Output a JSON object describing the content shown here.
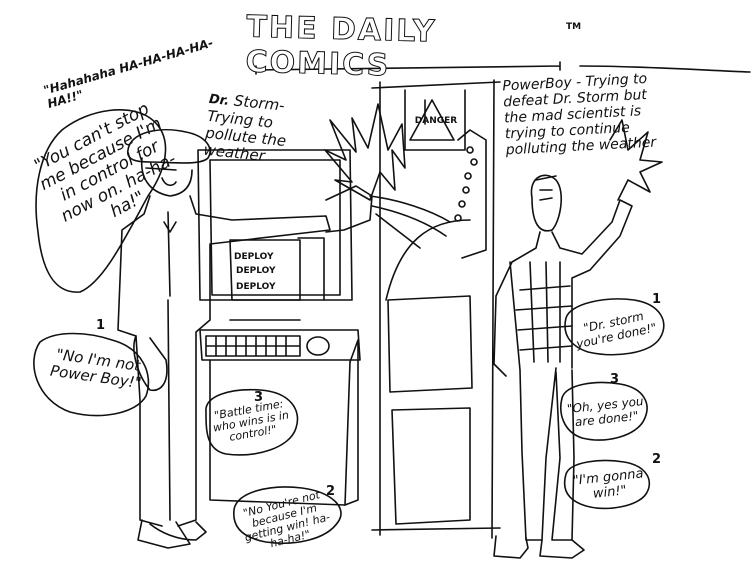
{
  "comic": {
    "title": "THE DAILY COMICS",
    "trademark": "TM",
    "caption_storm_dr": "Dr.",
    "caption_storm": "Storm- Trying to pollute the weather",
    "caption_powerboy": "PowerBoy - Trying to defeat Dr. Storm but the mad scientist is trying to continue polluting the weather",
    "laugh": "\"Hahahaha HA-HA-HA-HA-HA!!\"",
    "danger_label": "DANGER",
    "screen_labels": [
      "DEPLOY",
      "DEPLOY",
      "DEPLOY"
    ],
    "bubbles": {
      "cant_stop": "\"You can't stop me because I'm in control for now on. ha-ha-ha!\"",
      "not_powerboy": "\"No I'm not Power Boy!\"",
      "battle_time": "\"Battle time: who wins is in control!\"",
      "youre_not": "\"No You're not because I'm getting win! ha-ha-ha!\"",
      "storm_done": "\"Dr. storm you're done!\"",
      "yes_done": "\"Oh, yes you are done!\"",
      "gonna_win": "\"I'm gonna win!\""
    },
    "panel_numbers": {
      "n_not_powerboy": "1",
      "n_storm_done": "1",
      "n_battle": "3",
      "n_yes_done": "3",
      "n_youre_not": "2",
      "n_gonna_win": "2"
    }
  },
  "colors": {
    "ink": "#111111",
    "paper": "#ffffff"
  }
}
